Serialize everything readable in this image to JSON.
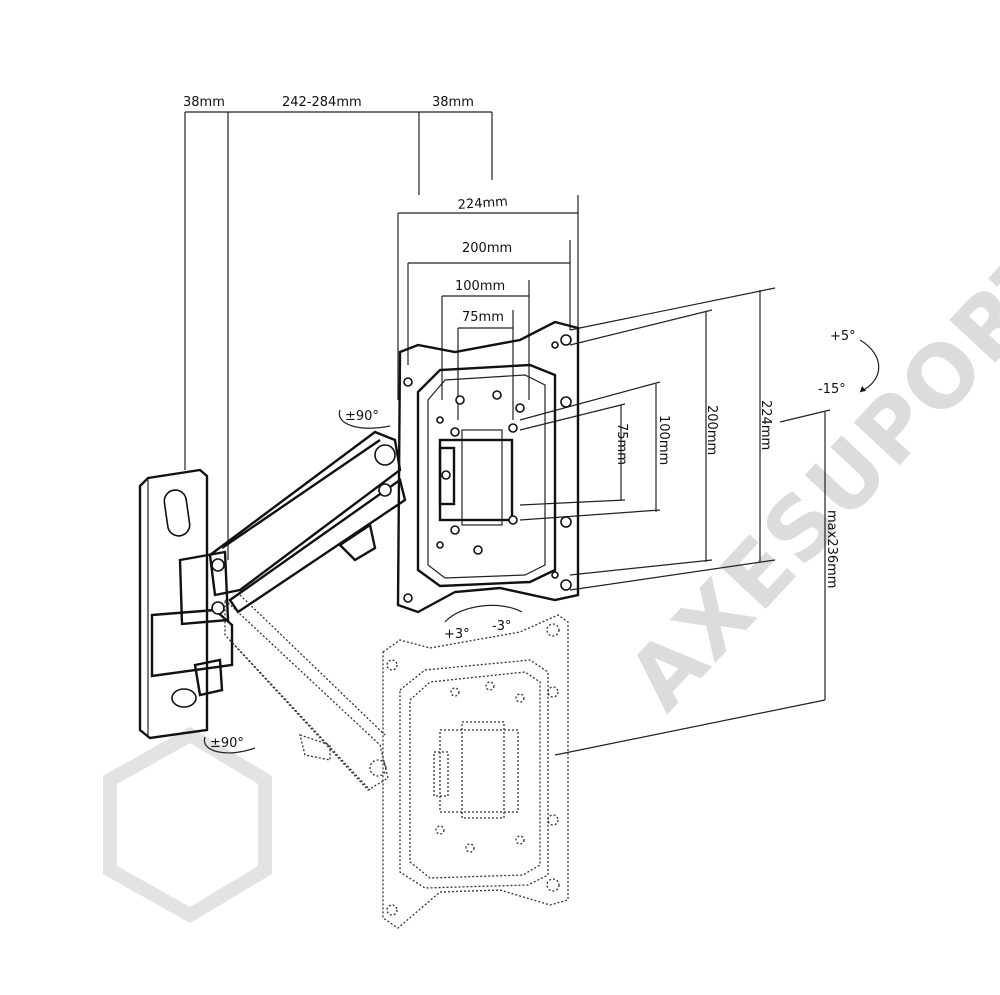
{
  "watermark": {
    "text": "AXESUPORTES"
  },
  "dimensions": {
    "wall_offset": "38mm",
    "arm_reach": "242-284mm",
    "plate_offset": "38mm",
    "width_224": "224mm",
    "width_200": "200mm",
    "width_100": "100mm",
    "width_75": "75mm",
    "height_75": "75mm",
    "height_100": "100mm",
    "height_200": "200mm",
    "height_224": "224mm",
    "height_travel": "max236mm"
  },
  "angles": {
    "tilt_up": "+5°",
    "tilt_down": "-15°",
    "swivel_plate": "±90°",
    "swivel_wall": "±90°",
    "level_plus": "+3°",
    "level_minus": "-3°"
  }
}
